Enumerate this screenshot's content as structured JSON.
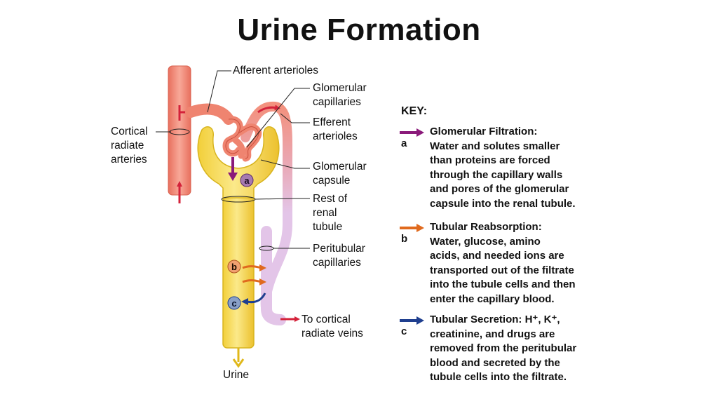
{
  "title": "Urine Formation",
  "labels": {
    "afferent_arterioles": "Afferent arterioles",
    "glomerular_capillaries": [
      "Glomerular",
      "capillaries"
    ],
    "efferent_arterioles": [
      "Efferent",
      "arterioles"
    ],
    "cortical_radiate_arteries": [
      "Cortical",
      "radiate",
      "arteries"
    ],
    "glomerular_capsule": [
      "Glomerular",
      "capsule"
    ],
    "rest_of_renal_tubule": [
      "Rest of",
      "renal",
      "tubule"
    ],
    "peritubular_capillaries": [
      "Peritubular",
      "capillaries"
    ],
    "to_cortical_radiate_veins": [
      "To cortical",
      "radiate veins"
    ],
    "urine": "Urine"
  },
  "badges": {
    "a": "a",
    "b": "b",
    "c": "c"
  },
  "key": {
    "title": "KEY:",
    "items": [
      {
        "letter": "a",
        "color": "#8a1a7a",
        "heading": "Glomerular Filtration:",
        "lines": [
          "Water and solutes smaller",
          "than proteins are forced",
          "through the capillary walls",
          "and pores of the glomerular",
          "capsule into the renal tubule."
        ]
      },
      {
        "letter": "b",
        "color": "#e06a1e",
        "heading": "Tubular Reabsorption:",
        "lines": [
          "Water, glucose, amino",
          "acids, and needed ions are",
          "transported out of the filtrate",
          "into the tubule cells and then",
          "enter the capillary blood."
        ]
      },
      {
        "letter": "c",
        "color": "#1f3f8f",
        "heading": "Tubular Secretion: H⁺, K⁺,",
        "lines": [
          "creatinine, and drugs are",
          "removed from  the peritubular",
          "blood and secreted by the",
          "tubule cells into the filtrate."
        ]
      }
    ]
  },
  "colors": {
    "artery": "#f08a78",
    "artery_dark": "#d9604e",
    "tubule": "#f7d94a",
    "tubule_dark": "#d8b41e",
    "vein": "#e2c2e6",
    "arrow_red": "#d4223a",
    "arrow_purple": "#8a1a7a",
    "arrow_orange": "#e06a1e",
    "arrow_blue": "#1f3f8f"
  }
}
